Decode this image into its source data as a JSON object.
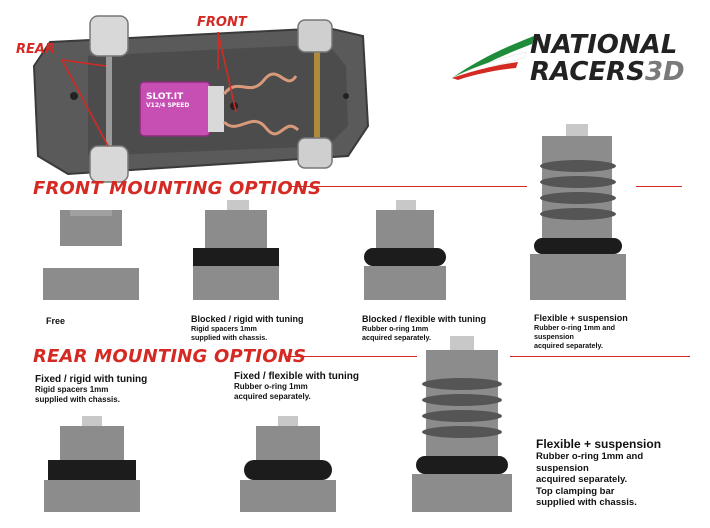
{
  "chassis": {
    "callout_front": "FRONT",
    "callout_rear": "REAR",
    "motor_text_1": "SLOT.IT",
    "motor_text_2": "V12/4 SPEED"
  },
  "brand": {
    "line1": "NATIONAL",
    "line2_a": "RACERS",
    "line2_b": "3D",
    "colors": {
      "green": "#1e8c3a",
      "red": "#d42a23"
    }
  },
  "front": {
    "title": "FRONT MOUNTING OPTIONS",
    "options": [
      {
        "title": "Free",
        "sub": []
      },
      {
        "title": "Blocked / rigid with tuning",
        "sub": [
          "Rigid spacers 1mm",
          "supplied with chassis."
        ]
      },
      {
        "title": "Blocked / flexible with tuning",
        "sub": [
          "Rubber o-ring 1mm",
          "acquired separately."
        ]
      },
      {
        "title": "Flexible + suspension",
        "sub": [
          "Rubber o-ring 1mm and",
          "suspension",
          "acquired separately."
        ]
      }
    ]
  },
  "rear": {
    "title": "REAR MOUNTING OPTIONS",
    "options": [
      {
        "title": "Fixed / rigid with tuning",
        "sub": [
          "Rigid spacers 1mm",
          "supplied with chassis."
        ]
      },
      {
        "title": "Fixed / flexible with tuning",
        "sub": [
          "Rubber o-ring 1mm",
          "acquired separately."
        ]
      },
      {
        "title": "Flexible + suspension",
        "sub": [
          "Rubber o-ring 1mm and",
          "suspension",
          "acquired separately.",
          "Top clamping bar",
          "supplied with chassis."
        ]
      }
    ]
  },
  "colors": {
    "block_gray": "#8c8c8c",
    "cap_light": "#c8c8c8",
    "spacer_black": "#1c1c1c",
    "spring_dark": "#555555",
    "accent_red": "#d42a23"
  }
}
